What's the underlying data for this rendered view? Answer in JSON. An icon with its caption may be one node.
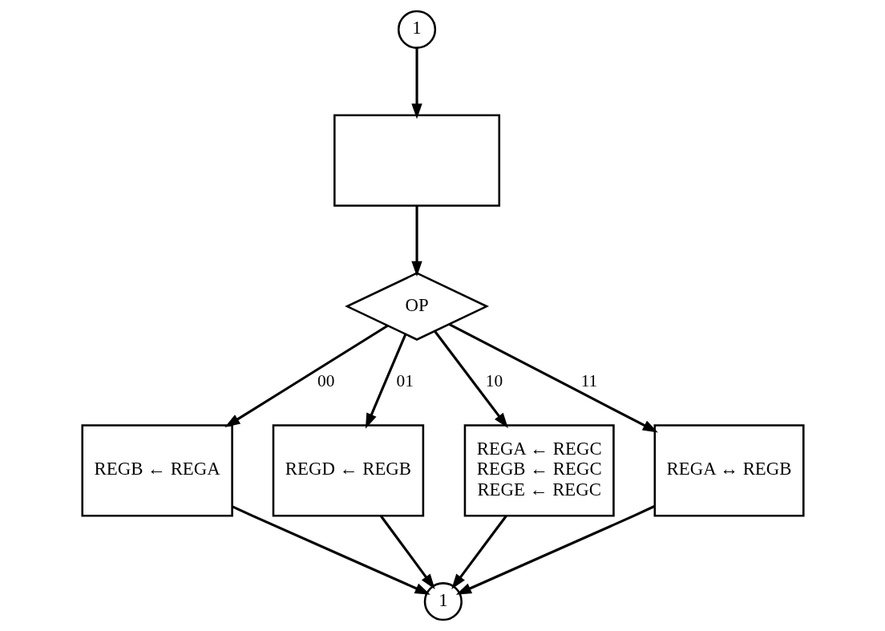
{
  "diagram": {
    "nodes": [
      {
        "text": [
          "1"
        ]
      },
      {
        "text": [],
        "shape": "box"
      },
      {
        "text": [
          "OP"
        ]
      },
      {
        "text": [
          "REGB ← REGA"
        ]
      },
      {
        "text": [
          "REGD ← REGB"
        ]
      },
      {
        "text": [
          "REGA ← REGC",
          "REGB ← REGC",
          "REGE ← REGC"
        ]
      },
      {
        "text": [
          "REGA ↔ REGB"
        ]
      },
      {
        "text": [
          "1"
        ]
      }
    ],
    "edges": [
      {
        "from": 0,
        "to": 1,
        "arrow": "to"
      },
      {
        "from": 1,
        "to": 2,
        "arrow": "to"
      },
      {
        "from": 2,
        "to": 3,
        "arrow": "to",
        "label": "00"
      },
      {
        "from": 2,
        "to": 4,
        "arrow": "to",
        "label": "01"
      },
      {
        "from": 2,
        "to": 5,
        "arrow": "to",
        "label": "10"
      },
      {
        "from": 2,
        "to": 6,
        "arrow": "to",
        "label": "11"
      },
      {
        "from": 3,
        "to": 7,
        "arrow": "to"
      },
      {
        "from": 4,
        "to": 7,
        "arrow": "to"
      },
      {
        "from": 5,
        "to": 7,
        "arrow": "to"
      },
      {
        "from": 6,
        "to": 7,
        "arrow": "to"
      }
    ]
  }
}
